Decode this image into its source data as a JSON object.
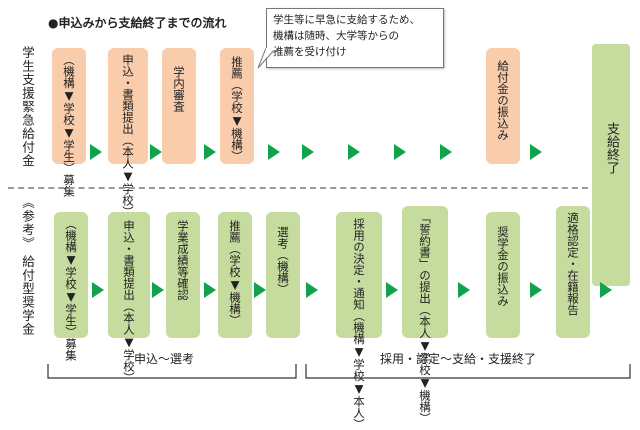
{
  "title": "●申込みから支給終了までの流れ",
  "note": {
    "line1": "学生等に早急に支給するため、",
    "line2": "機構は随時、大学等からの",
    "line3": "推薦を受け付け"
  },
  "rows": {
    "top_label": "学生支援緊急給付金",
    "bottom_label": "《参考》 給付型奨学金"
  },
  "top_steps": [
    {
      "text": "（機構▼学校▼学生）募集",
      "color": "orange"
    },
    {
      "text": "申込・書類提出（本人▼学校）",
      "color": "orange"
    },
    {
      "text": "学内審査",
      "color": "orange"
    },
    {
      "text": "推薦（学校▼機構）",
      "color": "orange"
    },
    {
      "text": "給付金の振込み",
      "color": "orange"
    }
  ],
  "bottom_steps": [
    {
      "text": "（機構▼学校▼学生）募集",
      "color": "green"
    },
    {
      "text": "申込・書類提出（本人▼学校）",
      "color": "green"
    },
    {
      "text": "学業成績等確認",
      "color": "green"
    },
    {
      "text": "推薦（学校▼機構）",
      "color": "green"
    },
    {
      "text": "選考（機構）",
      "color": "green"
    },
    {
      "text": "採用の決定・通知（機構▼学校▼本人）",
      "color": "green"
    },
    {
      "text": "「誓約書」の提出（本人▼学校▼機構）",
      "color": "green"
    },
    {
      "text": "奨学金の振込み",
      "color": "green"
    },
    {
      "text": "適格認定・在籍報告",
      "color": "green"
    }
  ],
  "end_label": "支給終了",
  "phases": {
    "left": "申込～選考",
    "right": "採用・認定～支給・支援終了"
  },
  "colors": {
    "orange": "#f9ccac",
    "green": "#c5dc9e",
    "arrow": "#10a34c"
  }
}
